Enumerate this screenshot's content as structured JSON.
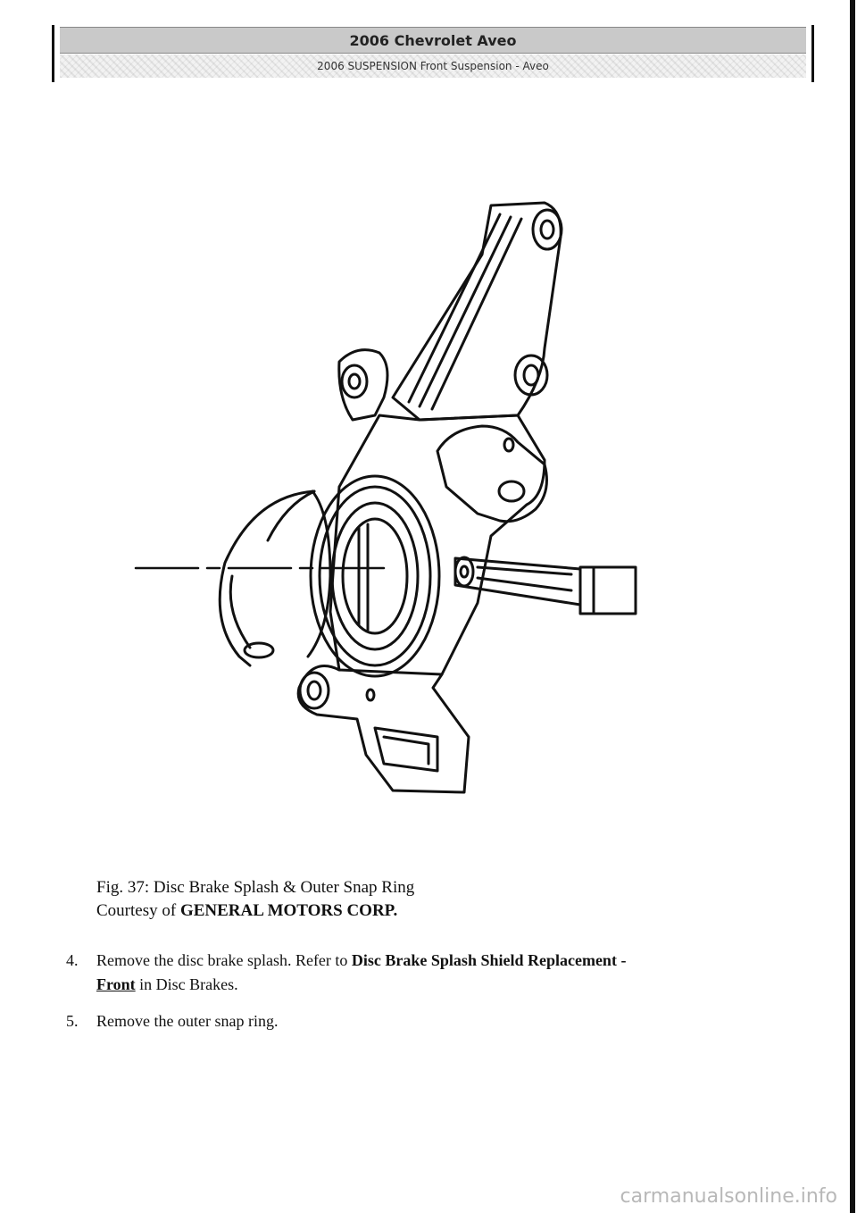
{
  "header": {
    "title": "2006 Chevrolet Aveo",
    "subtitle": "2006 SUSPENSION Front Suspension - Aveo"
  },
  "figure": {
    "caption": "Fig. 37: Disc Brake Splash & Outer Snap Ring",
    "courtesy_prefix": "Courtesy of",
    "courtesy_name": "GENERAL MOTORS CORP."
  },
  "steps": [
    {
      "num": "4.",
      "text_before": "Remove the disc brake splash. Refer to",
      "link_bold": "Disc Brake Splash Shield Replacement -",
      "link": "Front",
      "text_after": "in Disc Brakes."
    },
    {
      "num": "5.",
      "text": "Remove the outer snap ring."
    }
  ],
  "watermark": "carmanualsonline.info"
}
